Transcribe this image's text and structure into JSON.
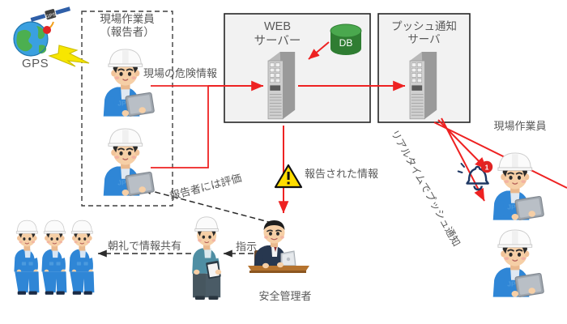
{
  "diagram": {
    "title_visible": false,
    "groups": [
      {
        "name": "reporter-group",
        "label_line1": "現場作業員",
        "label_line2": "（報告者）",
        "border": "dashed"
      },
      {
        "name": "web-server-box",
        "label_line1": "WEB",
        "label_line2": "サーバー",
        "border": "solid"
      },
      {
        "name": "push-server-box",
        "label_line1": "プッシュ通知",
        "label_line2": "サーバ",
        "border": "solid"
      }
    ],
    "gps": {
      "label": "GPS",
      "satellite_text": "GPS"
    },
    "database": {
      "label": "DB",
      "body_color": "#2f7d32",
      "top_color": "#4aa84e"
    },
    "labels": {
      "site_danger_info": "現場の危険情報",
      "reported_info": "報告された情報",
      "reporter_evaluation": "報告者には評価",
      "instruction": "指示",
      "morning_meeting_share": "朝礼で情報共有",
      "realtime_push": "リアルタイムでプッシュ通知",
      "safety_manager": "安全管理者",
      "field_workers_right": "現場作業員"
    },
    "notification": {
      "badge_count": "1",
      "bell_color": "#1f3864",
      "badge_color": "#e02424"
    },
    "warning_icon": {
      "name": "warning-triangle",
      "fill": "#ffdd00",
      "stroke": "#111111"
    },
    "colors": {
      "flow_red": "#ee2222",
      "dashed_gray": "#3f3f3f",
      "box_fill": "#f2f2f2",
      "box_stroke": "#262626",
      "text": "#595959",
      "uniform_blue": "#2f86d6",
      "uniform_blue_dark": "#2468ad",
      "helmet": "#fbfbfb",
      "skin": "#f6cfa6",
      "hair": "#2b2b2b",
      "tablet": "#9fa6ae"
    }
  }
}
